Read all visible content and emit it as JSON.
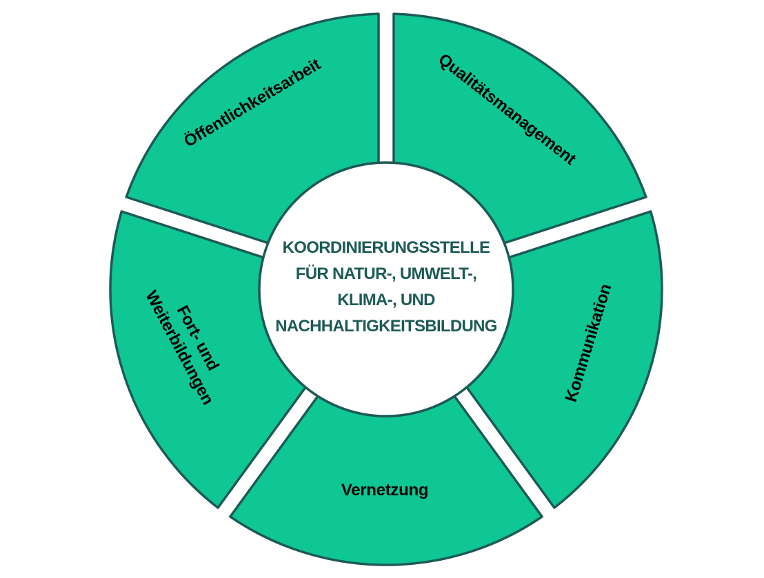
{
  "diagram": {
    "type": "segmented-cycle",
    "center_title": {
      "lines": [
        "KOORDINIERUNGSSTELLE",
        "FÜR NATUR-, UMWELT-,",
        "KLIMA-, UND",
        "NACHHALTIGKEITSBILDUNG"
      ]
    },
    "segments": [
      {
        "label": "Qualitätsmanagement",
        "display": "Qualitätsmanagement",
        "position": "top-right"
      },
      {
        "label": "Kommunikation",
        "display": "Kommunikation",
        "position": "right"
      },
      {
        "label": "Vernetzung",
        "display": "Vernetzung",
        "position": "bottom"
      },
      {
        "label": "Fort- und Weiterbildungen",
        "display": "Fort- und\nWeiterbildungen",
        "position": "left"
      },
      {
        "label": "Öffentlichkeitsarbeit",
        "display": "Öffentlichkeitsarbeit",
        "position": "top-left"
      }
    ],
    "colors": {
      "segment_fill": "#0fc695",
      "segment_stroke": "#1d5a56",
      "center_circle_fill": "#ffffff",
      "center_text": "#1d5b57",
      "label_text": "#000000",
      "background": "#ffffff"
    }
  }
}
